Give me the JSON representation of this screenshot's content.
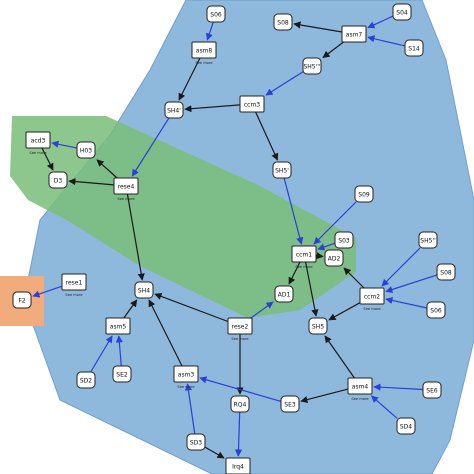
{
  "colors": {
    "blue_region": "#8fb9dc",
    "blue_region_edge": "#6f9fcc",
    "green_region": "#79bd79",
    "orange_region": "#f2ab7a",
    "arrow_black": "#1a1a1a",
    "arrow_blue": "#2b3fd9",
    "node_fill": "#ffffff",
    "node_stroke": "#222222"
  },
  "regions": [
    {
      "id": "blue",
      "name": "blue-region"
    },
    {
      "id": "green",
      "name": "green-region"
    },
    {
      "id": "orange",
      "name": "orange-region"
    }
  ],
  "nodes": [
    {
      "id": "S06",
      "label": "S06",
      "shape": "rounded",
      "sublabel": ""
    },
    {
      "id": "S08",
      "label": "S08",
      "shape": "rounded",
      "sublabel": ""
    },
    {
      "id": "S04a",
      "label": "S04",
      "shape": "rounded",
      "sublabel": ""
    },
    {
      "id": "asm8",
      "label": "asm8",
      "shape": "square",
      "sublabel": "See more"
    },
    {
      "id": "asm7",
      "label": "asm7",
      "shape": "square",
      "sublabel": ""
    },
    {
      "id": "S14",
      "label": "S14",
      "shape": "rounded",
      "sublabel": ""
    },
    {
      "id": "SH5ppp",
      "label": "SH5'''",
      "shape": "rounded",
      "sublabel": ""
    },
    {
      "id": "SH4p",
      "label": "SH4'",
      "shape": "rounded",
      "sublabel": ""
    },
    {
      "id": "ccm3",
      "label": "ccm3",
      "shape": "square",
      "sublabel": ""
    },
    {
      "id": "acd3",
      "label": "acd3",
      "shape": "square",
      "sublabel": "See more"
    },
    {
      "id": "H03",
      "label": "H03",
      "shape": "rounded",
      "sublabel": ""
    },
    {
      "id": "D3",
      "label": "D3",
      "shape": "rounded",
      "sublabel": ""
    },
    {
      "id": "rese4",
      "label": "rese4",
      "shape": "square",
      "sublabel": "See more"
    },
    {
      "id": "SH5p",
      "label": "SH5'",
      "shape": "rounded",
      "sublabel": ""
    },
    {
      "id": "S09",
      "label": "S09",
      "shape": "rounded",
      "sublabel": ""
    },
    {
      "id": "ccm1",
      "label": "ccm1",
      "shape": "square",
      "sublabel": "See more"
    },
    {
      "id": "S03",
      "label": "S03",
      "shape": "rounded",
      "sublabel": ""
    },
    {
      "id": "AD2",
      "label": "AD2",
      "shape": "rounded",
      "sublabel": ""
    },
    {
      "id": "SH5pp",
      "label": "SH5''",
      "shape": "rounded",
      "sublabel": ""
    },
    {
      "id": "S08b",
      "label": "S08",
      "shape": "rounded",
      "sublabel": ""
    },
    {
      "id": "ccm2",
      "label": "ccm2",
      "shape": "square",
      "sublabel": "See more"
    },
    {
      "id": "S06b",
      "label": "S06",
      "shape": "rounded",
      "sublabel": ""
    },
    {
      "id": "rese1",
      "label": "rese1",
      "shape": "square",
      "sublabel": "See more"
    },
    {
      "id": "F2",
      "label": "F2",
      "shape": "rounded",
      "sublabel": ""
    },
    {
      "id": "SH4",
      "label": "SH4",
      "shape": "rounded",
      "sublabel": ""
    },
    {
      "id": "AD1",
      "label": "AD1",
      "shape": "rounded",
      "sublabel": ""
    },
    {
      "id": "SH5",
      "label": "SH5",
      "shape": "rounded",
      "sublabel": ""
    },
    {
      "id": "asm5",
      "label": "asm5",
      "shape": "square",
      "sublabel": ""
    },
    {
      "id": "rese2",
      "label": "rese2",
      "shape": "square",
      "sublabel": "See more"
    },
    {
      "id": "SD2",
      "label": "SD2",
      "shape": "rounded",
      "sublabel": ""
    },
    {
      "id": "SE2",
      "label": "SE2",
      "shape": "rounded",
      "sublabel": ""
    },
    {
      "id": "asm3",
      "label": "asm3",
      "shape": "square",
      "sublabel": "See more"
    },
    {
      "id": "asm4",
      "label": "asm4",
      "shape": "square",
      "sublabel": "See more"
    },
    {
      "id": "SE6",
      "label": "SE6",
      "shape": "rounded",
      "sublabel": ""
    },
    {
      "id": "RQ4",
      "label": "RQ4",
      "shape": "rounded",
      "sublabel": ""
    },
    {
      "id": "SE3",
      "label": "SE3",
      "shape": "rounded",
      "sublabel": ""
    },
    {
      "id": "SD4",
      "label": "SD4",
      "shape": "rounded",
      "sublabel": ""
    },
    {
      "id": "SD3",
      "label": "SD3",
      "shape": "rounded",
      "sublabel": ""
    },
    {
      "id": "Irq4",
      "label": "Irq4",
      "shape": "square",
      "sublabel": ""
    }
  ],
  "edges": [
    {
      "from": "S06",
      "to": "asm8",
      "color": "blue"
    },
    {
      "from": "asm7",
      "to": "S08",
      "color": "black"
    },
    {
      "from": "S04a",
      "to": "asm7",
      "color": "blue"
    },
    {
      "from": "S14",
      "to": "asm7",
      "color": "blue"
    },
    {
      "from": "asm7",
      "to": "SH5ppp",
      "color": "black"
    },
    {
      "from": "asm8",
      "to": "SH4p",
      "color": "black"
    },
    {
      "from": "ccm3",
      "to": "SH4p",
      "color": "black"
    },
    {
      "from": "SH5ppp",
      "to": "ccm3",
      "color": "blue"
    },
    {
      "from": "SH4p",
      "to": "rese4",
      "color": "blue"
    },
    {
      "from": "ccm3",
      "to": "SH5p",
      "color": "black"
    },
    {
      "from": "H03",
      "to": "acd3",
      "color": "blue"
    },
    {
      "from": "rese4",
      "to": "H03",
      "color": "black"
    },
    {
      "from": "acd3",
      "to": "D3",
      "color": "black"
    },
    {
      "from": "rese4",
      "to": "D3",
      "color": "black"
    },
    {
      "from": "rese4",
      "to": "SH4",
      "color": "black"
    },
    {
      "from": "SH5p",
      "to": "ccm1",
      "color": "blue"
    },
    {
      "from": "S09",
      "to": "ccm1",
      "color": "blue"
    },
    {
      "from": "S03",
      "to": "ccm1",
      "color": "blue"
    },
    {
      "from": "ccm1",
      "to": "AD2",
      "color": "black"
    },
    {
      "from": "ccm2",
      "to": "AD2",
      "color": "black"
    },
    {
      "from": "SH5pp",
      "to": "ccm2",
      "color": "blue"
    },
    {
      "from": "S08b",
      "to": "ccm2",
      "color": "blue"
    },
    {
      "from": "S06b",
      "to": "ccm2",
      "color": "blue"
    },
    {
      "from": "ccm1",
      "to": "AD1",
      "color": "black"
    },
    {
      "from": "ccm1",
      "to": "SH5",
      "color": "black"
    },
    {
      "from": "ccm2",
      "to": "SH5",
      "color": "black"
    },
    {
      "from": "rese1",
      "to": "F2",
      "color": "blue"
    },
    {
      "from": "rese2",
      "to": "SH4",
      "color": "black"
    },
    {
      "from": "rese2",
      "to": "AD1",
      "color": "blue"
    },
    {
      "from": "asm5",
      "to": "SH4",
      "color": "black"
    },
    {
      "from": "SD2",
      "to": "asm5",
      "color": "blue"
    },
    {
      "from": "SE2",
      "to": "asm5",
      "color": "blue"
    },
    {
      "from": "asm3",
      "to": "SH4",
      "color": "black"
    },
    {
      "from": "rese2",
      "to": "RQ4",
      "color": "black"
    },
    {
      "from": "SE3",
      "to": "asm3",
      "color": "blue"
    },
    {
      "from": "asm4",
      "to": "SE3",
      "color": "black"
    },
    {
      "from": "asm4",
      "to": "SH5",
      "color": "black"
    },
    {
      "from": "SE6",
      "to": "asm4",
      "color": "blue"
    },
    {
      "from": "SD4",
      "to": "asm4",
      "color": "blue"
    },
    {
      "from": "SD3",
      "to": "asm3",
      "color": "blue"
    },
    {
      "from": "SD3",
      "to": "Irq4",
      "color": "black"
    },
    {
      "from": "RQ4",
      "to": "Irq4",
      "color": "blue"
    }
  ]
}
